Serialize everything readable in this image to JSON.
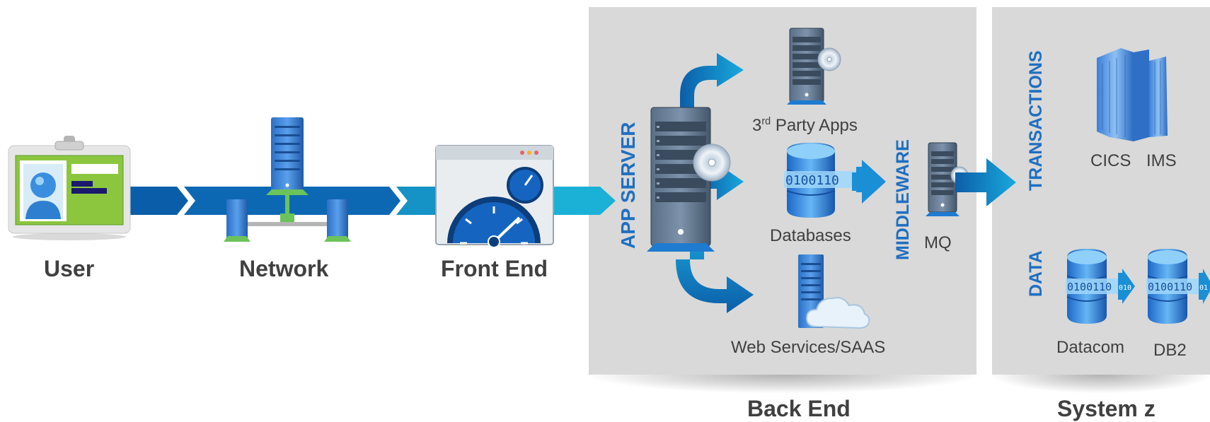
{
  "stages": {
    "user": "User",
    "network": "Network",
    "front_end": "Front End"
  },
  "back_end": {
    "title": "Back End",
    "app_server": "APP SERVER",
    "third_party": {
      "sup": "rd",
      "main": "3",
      "rest": " Party Apps"
    },
    "databases": "Databases",
    "web_services": "Web Services/SAAS",
    "middleware": "MIDDLEWARE",
    "mq": "MQ"
  },
  "system_z": {
    "title": "System z",
    "transactions": "TRANSACTIONS",
    "cics": "CICS",
    "ims": "IMS",
    "data": "DATA",
    "datacom": "Datacom",
    "db2": "DB2"
  },
  "colors": {
    "accent": "#1f6fc1",
    "arrow_dark": "#0a5da8",
    "arrow_light": "#1bb1d6",
    "panel": "#d9d9d9"
  }
}
